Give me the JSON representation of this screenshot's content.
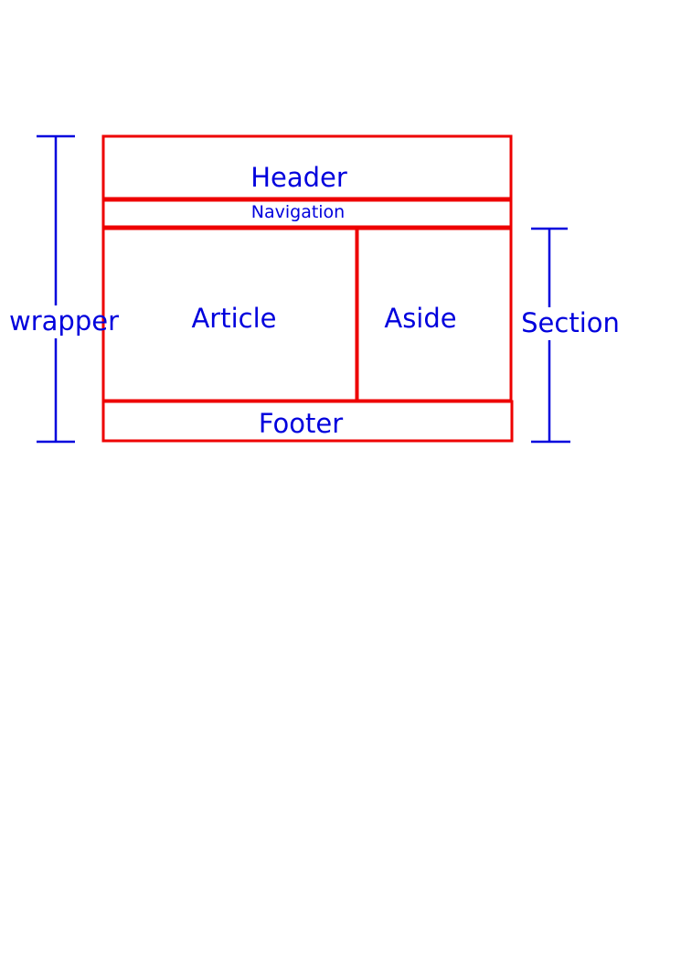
{
  "diagram": {
    "boxes": {
      "header": "Header",
      "navigation": "Navigation",
      "article": "Article",
      "aside": "Aside",
      "footer": "Footer"
    },
    "brackets": {
      "wrapper": "wrapper",
      "section": "Section"
    },
    "colors": {
      "box_stroke": "#ee0000",
      "text_and_brackets": "#0000dd",
      "background": "#ffffff"
    }
  }
}
